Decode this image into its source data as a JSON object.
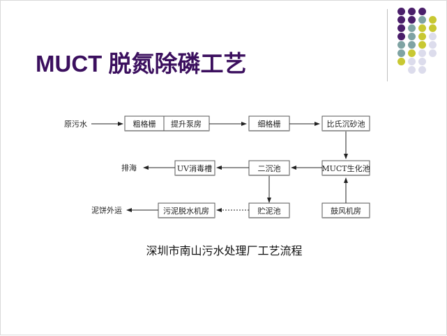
{
  "title": "MUCT 脱氮除磷工艺",
  "caption": "深圳市南山污水处理厂工艺流程",
  "colors": {
    "title": "#3b0f5e",
    "dot_purple": "#4a1e6a",
    "dot_teal": "#7fa3a3",
    "dot_olive": "#c8c832",
    "dot_light": "#dcdcec"
  },
  "diagram": {
    "nodes": {
      "raw_sewage": "原污水",
      "coarse_screen": "粗格栅",
      "pump_house": "提升泵房",
      "fine_screen": "细格栅",
      "grit_chamber": "比氏沉砂池",
      "muct_bio": "MUCT生化池",
      "blower_house": "鼓风机房",
      "secondary_clarifier": "二沉池",
      "uv_tank": "UV消毒槽",
      "discharge": "排海",
      "sludge_tank": "贮泥池",
      "dewatering_house": "污泥脱水机房",
      "cake_out": "泥饼外运"
    }
  }
}
